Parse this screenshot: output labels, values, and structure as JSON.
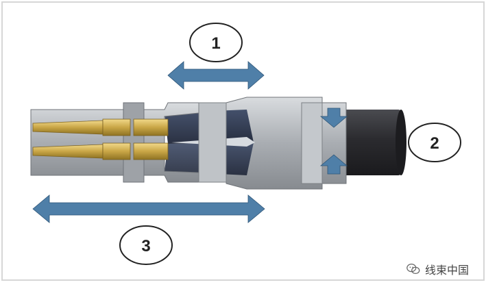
{
  "callouts": {
    "one": "1",
    "two": "2",
    "three": "3"
  },
  "watermark": {
    "text": "线束中国",
    "icon": "wechat-icon"
  },
  "colors": {
    "arrow": "#4f7fa8",
    "cable": "#2b2b2f",
    "housing": "#b4b8bd",
    "contact_gold": "#c9a646",
    "border": "#d6d6d6"
  }
}
